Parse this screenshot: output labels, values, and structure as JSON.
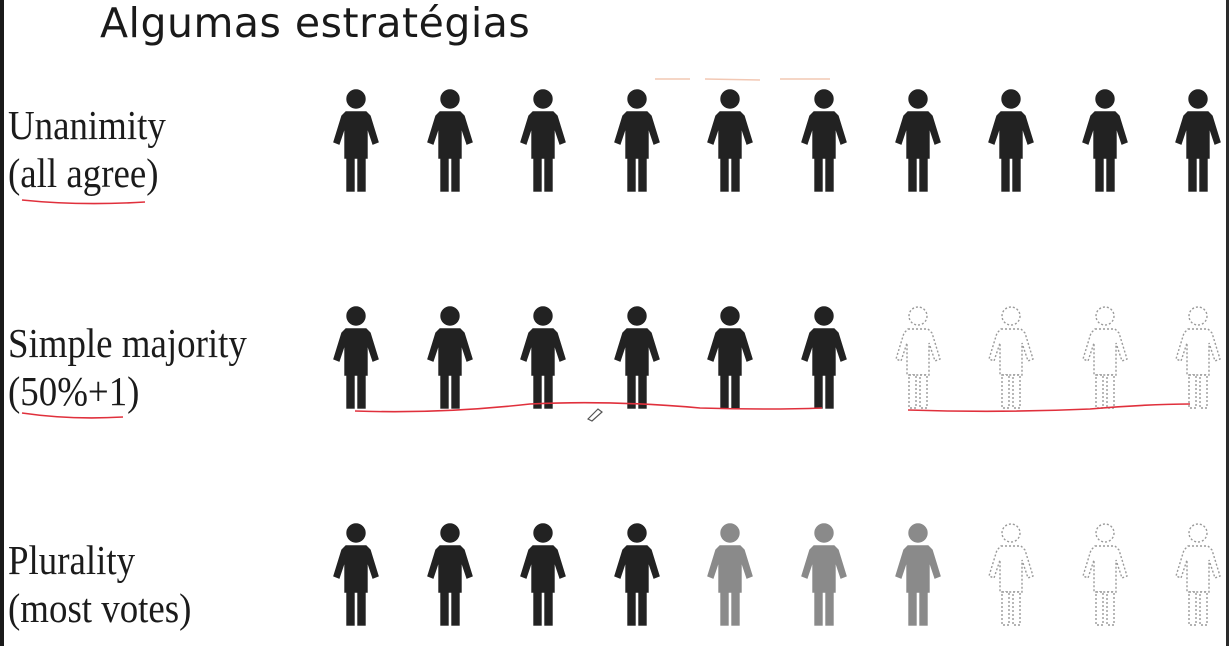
{
  "slide": {
    "title": "Algumas estratégias"
  },
  "colors": {
    "agree": "#222222",
    "partial": "#8a8a8a",
    "disagree": "#ffffff",
    "ink": "#e0303c"
  },
  "rows": [
    {
      "label_line1": "Unanimity",
      "label_line2": "(all agree)",
      "figures": [
        "agree",
        "agree",
        "agree",
        "agree",
        "agree",
        "agree",
        "agree",
        "agree",
        "agree",
        "agree"
      ]
    },
    {
      "label_line1": "Simple majority",
      "label_line2": "(50%+1)",
      "figures": [
        "agree",
        "agree",
        "agree",
        "agree",
        "agree",
        "agree",
        "disagree",
        "disagree",
        "disagree",
        "disagree"
      ]
    },
    {
      "label_line1": "Plurality",
      "label_line2": "(most votes)",
      "figures": [
        "agree",
        "agree",
        "agree",
        "agree",
        "partial",
        "partial",
        "partial",
        "disagree",
        "disagree",
        "disagree"
      ]
    }
  ]
}
